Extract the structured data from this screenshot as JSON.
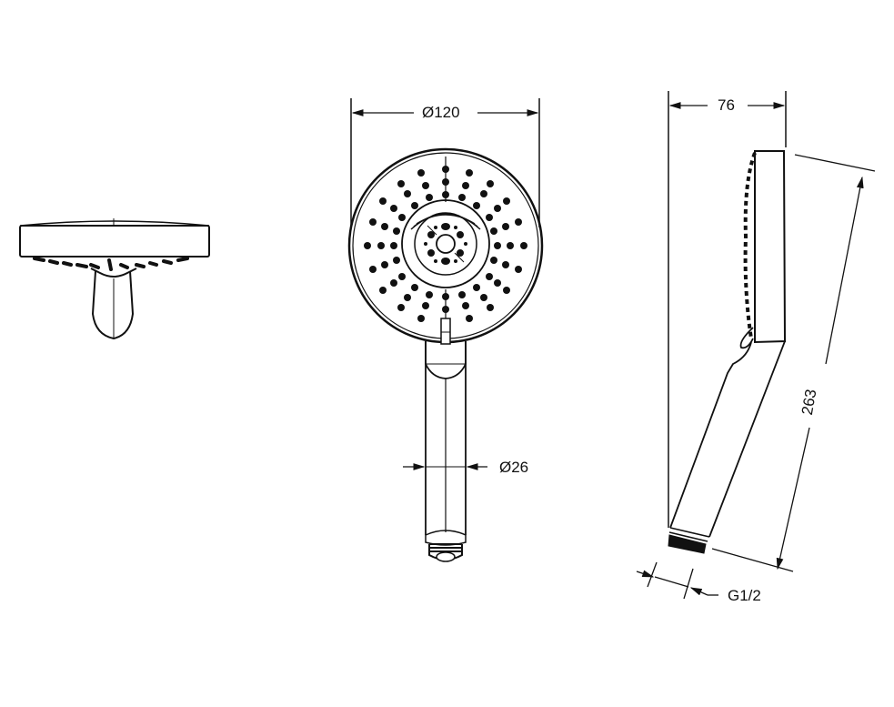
{
  "drawing": {
    "title": "Hand shower dimensional drawing",
    "views": [
      "side-view",
      "front-view",
      "profile-view"
    ],
    "line_color": "#111111",
    "background": "#ffffff"
  },
  "dimensions": {
    "head_diameter": "Ø120",
    "handle_diameter": "Ø26",
    "depth": "76",
    "length": "263",
    "thread": "G1/2"
  }
}
